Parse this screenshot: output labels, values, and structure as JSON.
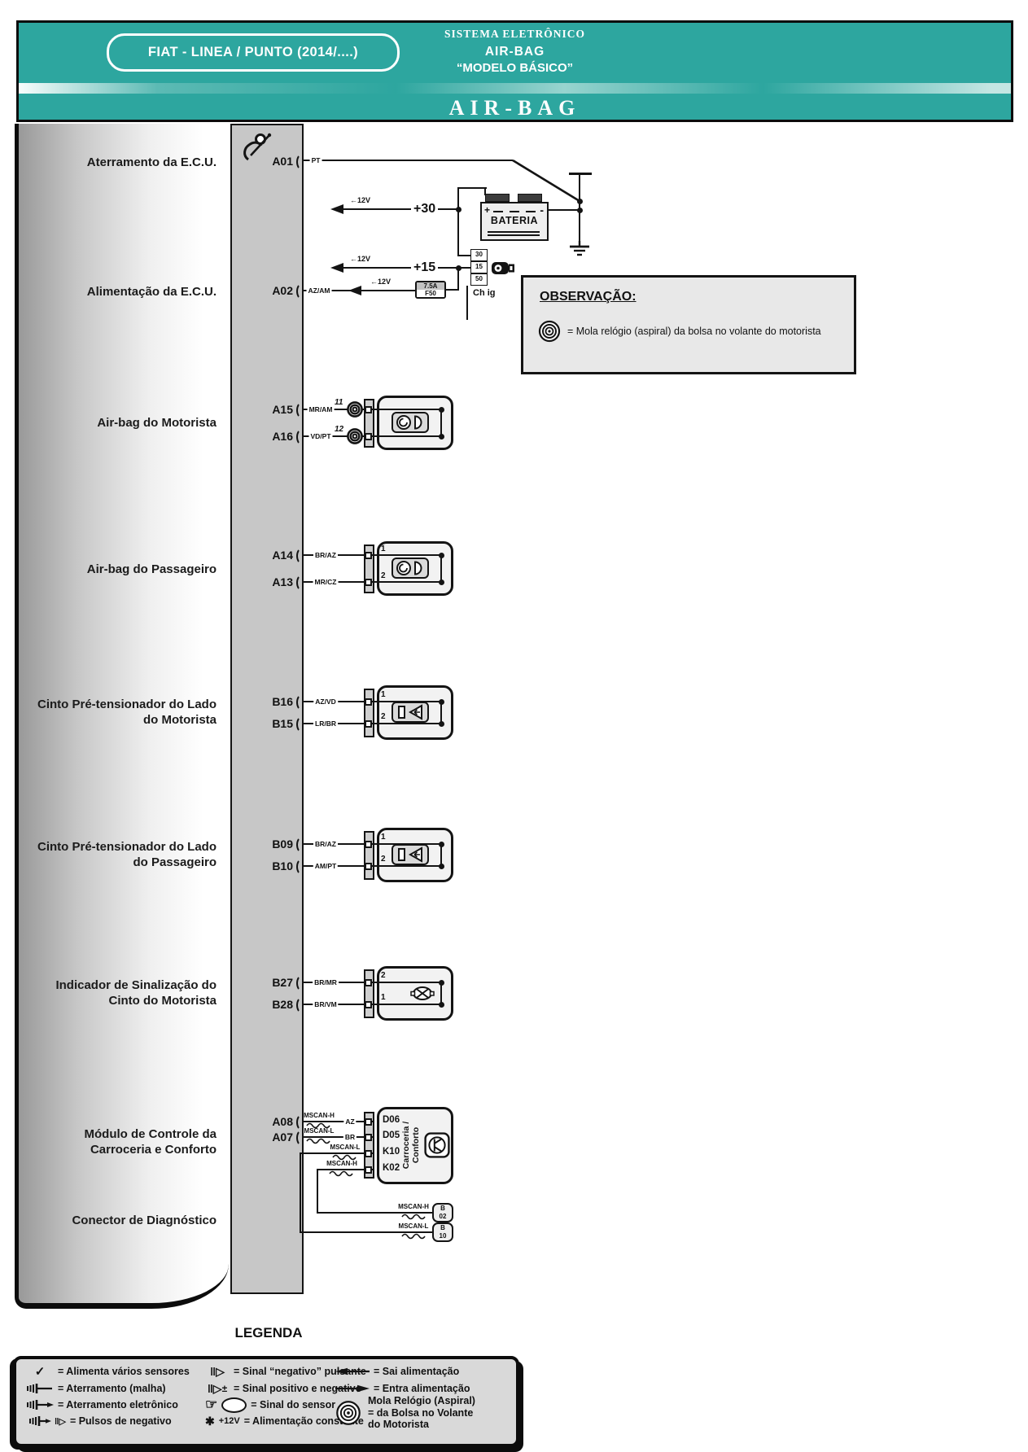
{
  "colors": {
    "teal": "#2da69f",
    "strip": "#c7c7c7",
    "panel": "#e8e8e8",
    "legend_bg": "#d9d9d9"
  },
  "header": {
    "badge": "FIAT - LINEA / PUNTO (2014/....)",
    "system": "SISTEMA ELETRÔNICO",
    "subtitle1": "AIR-BAG",
    "subtitle2": "“MODELO BÁSICO”",
    "banner_title": "AIR-BAG"
  },
  "sidebar": {
    "labels": [
      {
        "l1": "Aterramento da E.C.U.",
        "l2": ""
      },
      {
        "l1": "Alimentação da E.C.U.",
        "l2": ""
      },
      {
        "l1": "Air-bag do Motorista",
        "l2": ""
      },
      {
        "l1": "Air-bag do Passageiro",
        "l2": ""
      },
      {
        "l1": "Cinto Pré-tensionador do Lado",
        "l2": "do Motorista"
      },
      {
        "l1": "Cinto Pré-tensionador do Lado",
        "l2": "do Passageiro"
      },
      {
        "l1": "Indicador de Sinalização do",
        "l2": "Cinto do Motorista"
      },
      {
        "l1": "Módulo de Controle da",
        "l2": "Carroceria e Conforto"
      },
      {
        "l1": "Conector de Diagnóstico",
        "l2": ""
      }
    ]
  },
  "ecu": {
    "a01": "A01",
    "a02": "A02",
    "wire_a01": "PT",
    "wire_a02": "AZ/AM"
  },
  "power": {
    "v12": "←12V",
    "plus30": "+30",
    "plus15": "+15",
    "battery": "BATERIA",
    "bat_plus": "+",
    "bat_minus": "-",
    "fuse_rating": "7.5A",
    "fuse_name": "F50",
    "ign": [
      "30",
      "15",
      "50"
    ],
    "ign_label": "Ch ig"
  },
  "observation": {
    "title": "OBSERVAÇÃO:",
    "text": "= Mola relógio (aspiral) da bolsa no volante do motorista"
  },
  "devices": [
    {
      "name": "airbag-driver",
      "rows": [
        {
          "pin": "A15",
          "wire": "MR/AM",
          "num": "11"
        },
        {
          "pin": "A16",
          "wire": "VD/PT",
          "num": "12"
        }
      ]
    },
    {
      "name": "airbag-passenger",
      "rows": [
        {
          "pin": "A14",
          "wire": "BR/AZ",
          "num": "1"
        },
        {
          "pin": "A13",
          "wire": "MR/CZ",
          "num": "2"
        }
      ]
    },
    {
      "name": "pretensioner-driver",
      "rows": [
        {
          "pin": "B16",
          "wire": "AZ/VD",
          "num": "1"
        },
        {
          "pin": "B15",
          "wire": "LR/BR",
          "num": "2"
        }
      ]
    },
    {
      "name": "pretensioner-passenger",
      "rows": [
        {
          "pin": "B09",
          "wire": "BR/AZ",
          "num": "1"
        },
        {
          "pin": "B10",
          "wire": "AM/PT",
          "num": "2"
        }
      ]
    },
    {
      "name": "belt-indicator",
      "rows": [
        {
          "pin": "B27",
          "wire": "BR/MR",
          "num": "2"
        },
        {
          "pin": "B28",
          "wire": "BR/VM",
          "num": "1"
        }
      ]
    }
  ],
  "module": {
    "box_label1": "Carroceria /",
    "box_label2": "Conforto",
    "rows": [
      {
        "pin": "A08",
        "bus": "MSCAN-H",
        "wire": "AZ",
        "term": "D06"
      },
      {
        "pin": "A07",
        "bus": "MSCAN-L",
        "wire": "BR",
        "term": "D05"
      },
      {
        "pin": "",
        "bus": "MSCAN-L",
        "wire": "",
        "term": "K10"
      },
      {
        "pin": "",
        "bus": "MSCAN-H",
        "wire": "",
        "term": "K02"
      }
    ]
  },
  "diag": {
    "rows": [
      {
        "bus": "MSCAN-H",
        "c1": "B",
        "c2": "02"
      },
      {
        "bus": "MSCAN-L",
        "c1": "B",
        "c2": "10"
      }
    ]
  },
  "legend": {
    "title": "LEGENDA",
    "glyphs": {
      "check": "✓",
      "pulse": "‖▷",
      "pm": "±",
      "hand": "☞",
      "star": "✱",
      "star_label": "+12V"
    },
    "col1": [
      {
        "text": "= Alimenta vários sensores"
      },
      {
        "text": "= Aterramento (malha)"
      },
      {
        "text": "= Aterramento eletrônico"
      },
      {
        "text": "= Pulsos de negativo"
      }
    ],
    "col2": [
      {
        "text": "= Sinal “negativo” pulsante"
      },
      {
        "text": "= Sinal positivo e negativo"
      },
      {
        "text": "= Sinal do sensor"
      },
      {
        "text": "= Alimentação constante"
      }
    ],
    "col3": [
      {
        "text": "= Sai alimentação"
      },
      {
        "text": "= Entra alimentação"
      },
      {
        "lines": [
          "Mola Relógio (Aspiral)",
          "= da Bolsa no Volante",
          "do Motorista"
        ]
      }
    ]
  }
}
